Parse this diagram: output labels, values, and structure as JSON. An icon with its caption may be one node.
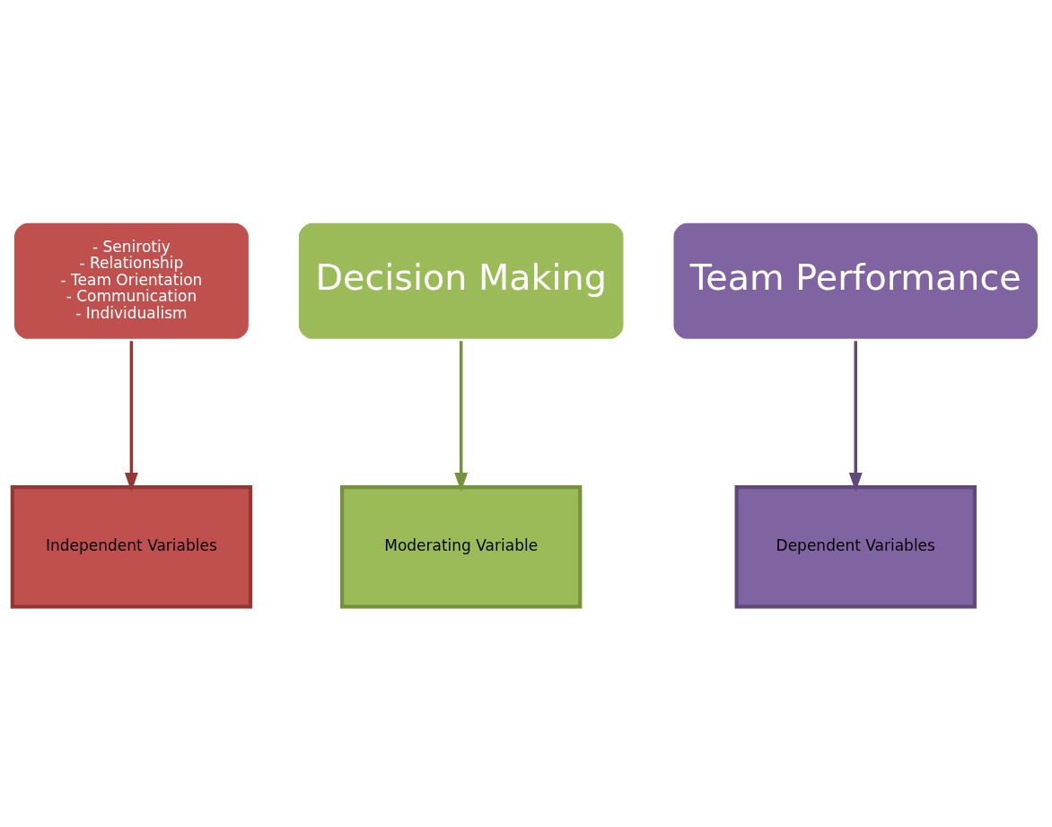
{
  "diagram": {
    "nodes": [
      {
        "text": [
          "- Senirotiy",
          "- Relationship",
          "- Team Orientation",
          "- Communication",
          "- Individualism"
        ]
      },
      {
        "text": [
          "Decision Making"
        ]
      },
      {
        "text": [
          "Team Performance"
        ]
      },
      {
        "text": [
          "Independent Variables"
        ]
      },
      {
        "text": [
          "Moderating Variable"
        ]
      },
      {
        "text": [
          "Dependent Variables"
        ]
      }
    ],
    "edges": [
      {
        "from": 0,
        "to": 3,
        "arrow": "to",
        "color": "#943634"
      },
      {
        "from": 1,
        "to": 4,
        "arrow": "to",
        "color": "#76923c"
      },
      {
        "from": 2,
        "to": 5,
        "arrow": "to",
        "color": "#5f497a"
      }
    ]
  }
}
